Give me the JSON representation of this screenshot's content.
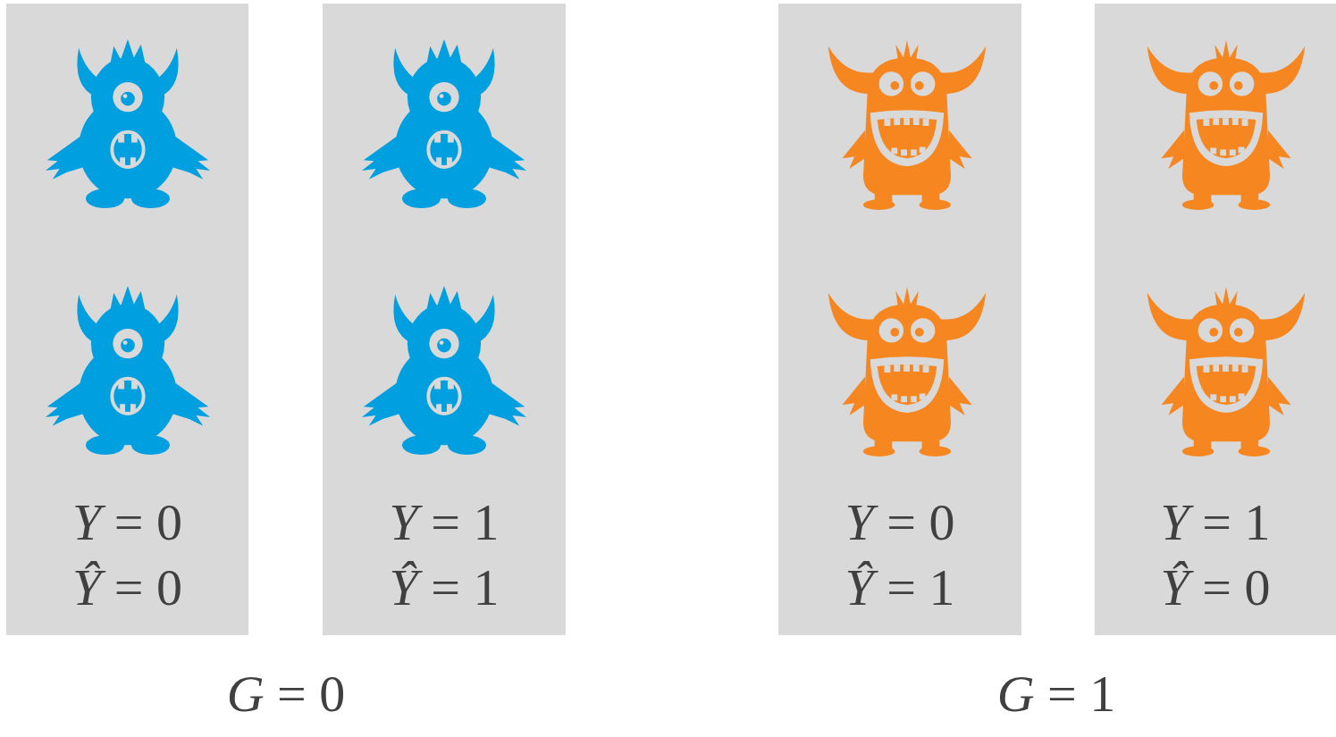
{
  "diagram": {
    "nodes": [
      {
        "text": [
          "Y = 0",
          "Ŷ = 0"
        ]
      },
      {
        "text": [
          "Y = 1",
          "Ŷ = 1"
        ]
      },
      {
        "text": [
          "Y = 0",
          "Ŷ = 1"
        ]
      },
      {
        "text": [
          "Y = 1",
          "Ŷ = 0"
        ]
      }
    ],
    "labels": [
      "G = 0",
      "G = 1"
    ]
  }
}
